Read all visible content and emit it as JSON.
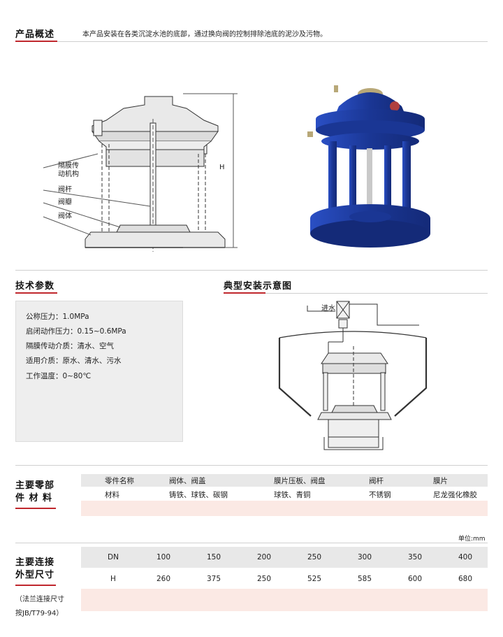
{
  "overview": {
    "title": "产品概述",
    "text": "本产品安装在各类沉淀水池的底部，通过换向阀的控制排除池底的泥沙及污物。"
  },
  "diagram_labels": {
    "diaphragm_1": "隔膜传",
    "diaphragm_2": "动机构",
    "stem": "阀杆",
    "disc": "阀瓣",
    "body": "阀体",
    "height": "H"
  },
  "tech": {
    "title": "技术参数",
    "lines": [
      "公称压力：1.0MPa",
      "启闭动作压力：0.15~0.6MPa",
      "隔膜传动介质：清水、空气",
      "适用介质：原水、清水、污水",
      "工作温度：0~80℃"
    ]
  },
  "install": {
    "title": "典型安装示意图",
    "inlet_label": "进水"
  },
  "materials": {
    "title_1": "主要零部",
    "title_2": "件 材 料",
    "headers": [
      "零件名称",
      "阀体、阀盖",
      "膜片压板、阀盘",
      "阀杆",
      "膜片"
    ],
    "row": [
      "材料",
      "铸铁、球铁、碳钢",
      "球铁、青铜",
      "不锈钢",
      "尼龙强化橡胶"
    ]
  },
  "dimensions": {
    "unit": "单位:mm",
    "title_1": "主要连接",
    "title_2": "外型尺寸",
    "note_1": "（法兰连接尺寸",
    "note_2": "按JB/T79-94）",
    "dn_label": "DN",
    "dn": [
      "100",
      "150",
      "200",
      "250",
      "300",
      "350",
      "400"
    ],
    "h_label": "H",
    "h": [
      "260",
      "375",
      "250",
      "525",
      "585",
      "600",
      "680"
    ]
  },
  "colors": {
    "accent": "#c0272d",
    "valve_blue": "#1f3fa8",
    "pink_row": "#fbe9e4",
    "gray_row": "#e8e8e8"
  }
}
